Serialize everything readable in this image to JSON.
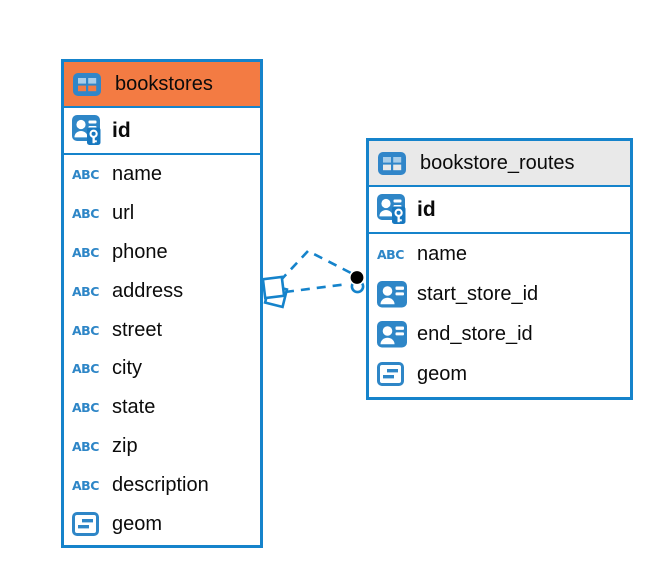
{
  "diagram": {
    "background": "#ffffff",
    "accent_blue": "#1583CB",
    "icon_blue": "#2E86C7",
    "text_type_glyph": "ABC"
  },
  "tables": [
    {
      "name": "bookstores",
      "header_color": "#F37B43",
      "header_icon": "table-icon",
      "primary_key": {
        "label": "id",
        "icon": "person-key-icon"
      },
      "columns": [
        {
          "label": "name",
          "icon": "text-type-icon"
        },
        {
          "label": "url",
          "icon": "text-type-icon"
        },
        {
          "label": "phone",
          "icon": "text-type-icon"
        },
        {
          "label": "address",
          "icon": "text-type-icon"
        },
        {
          "label": "street",
          "icon": "text-type-icon"
        },
        {
          "label": "city",
          "icon": "text-type-icon"
        },
        {
          "label": "state",
          "icon": "text-type-icon"
        },
        {
          "label": "zip",
          "icon": "text-type-icon"
        },
        {
          "label": "description",
          "icon": "text-type-icon"
        },
        {
          "label": "geom",
          "icon": "geometry-type-icon"
        }
      ]
    },
    {
      "name": "bookstore_routes",
      "header_color": "#E9E9E9",
      "header_icon": "table-icon",
      "primary_key": {
        "label": "id",
        "icon": "person-key-icon"
      },
      "columns": [
        {
          "label": "name",
          "icon": "text-type-icon"
        },
        {
          "label": "start_store_id",
          "icon": "person-ref-icon"
        },
        {
          "label": "end_store_id",
          "icon": "person-ref-icon"
        },
        {
          "label": "geom",
          "icon": "geometry-type-icon"
        }
      ]
    }
  ],
  "relationships": [
    {
      "from_table": "bookstores",
      "to_table": "bookstore_routes",
      "line_style": "dashed"
    },
    {
      "from_table": "bookstores",
      "to_table": "bookstore_routes",
      "line_style": "dashed"
    }
  ]
}
